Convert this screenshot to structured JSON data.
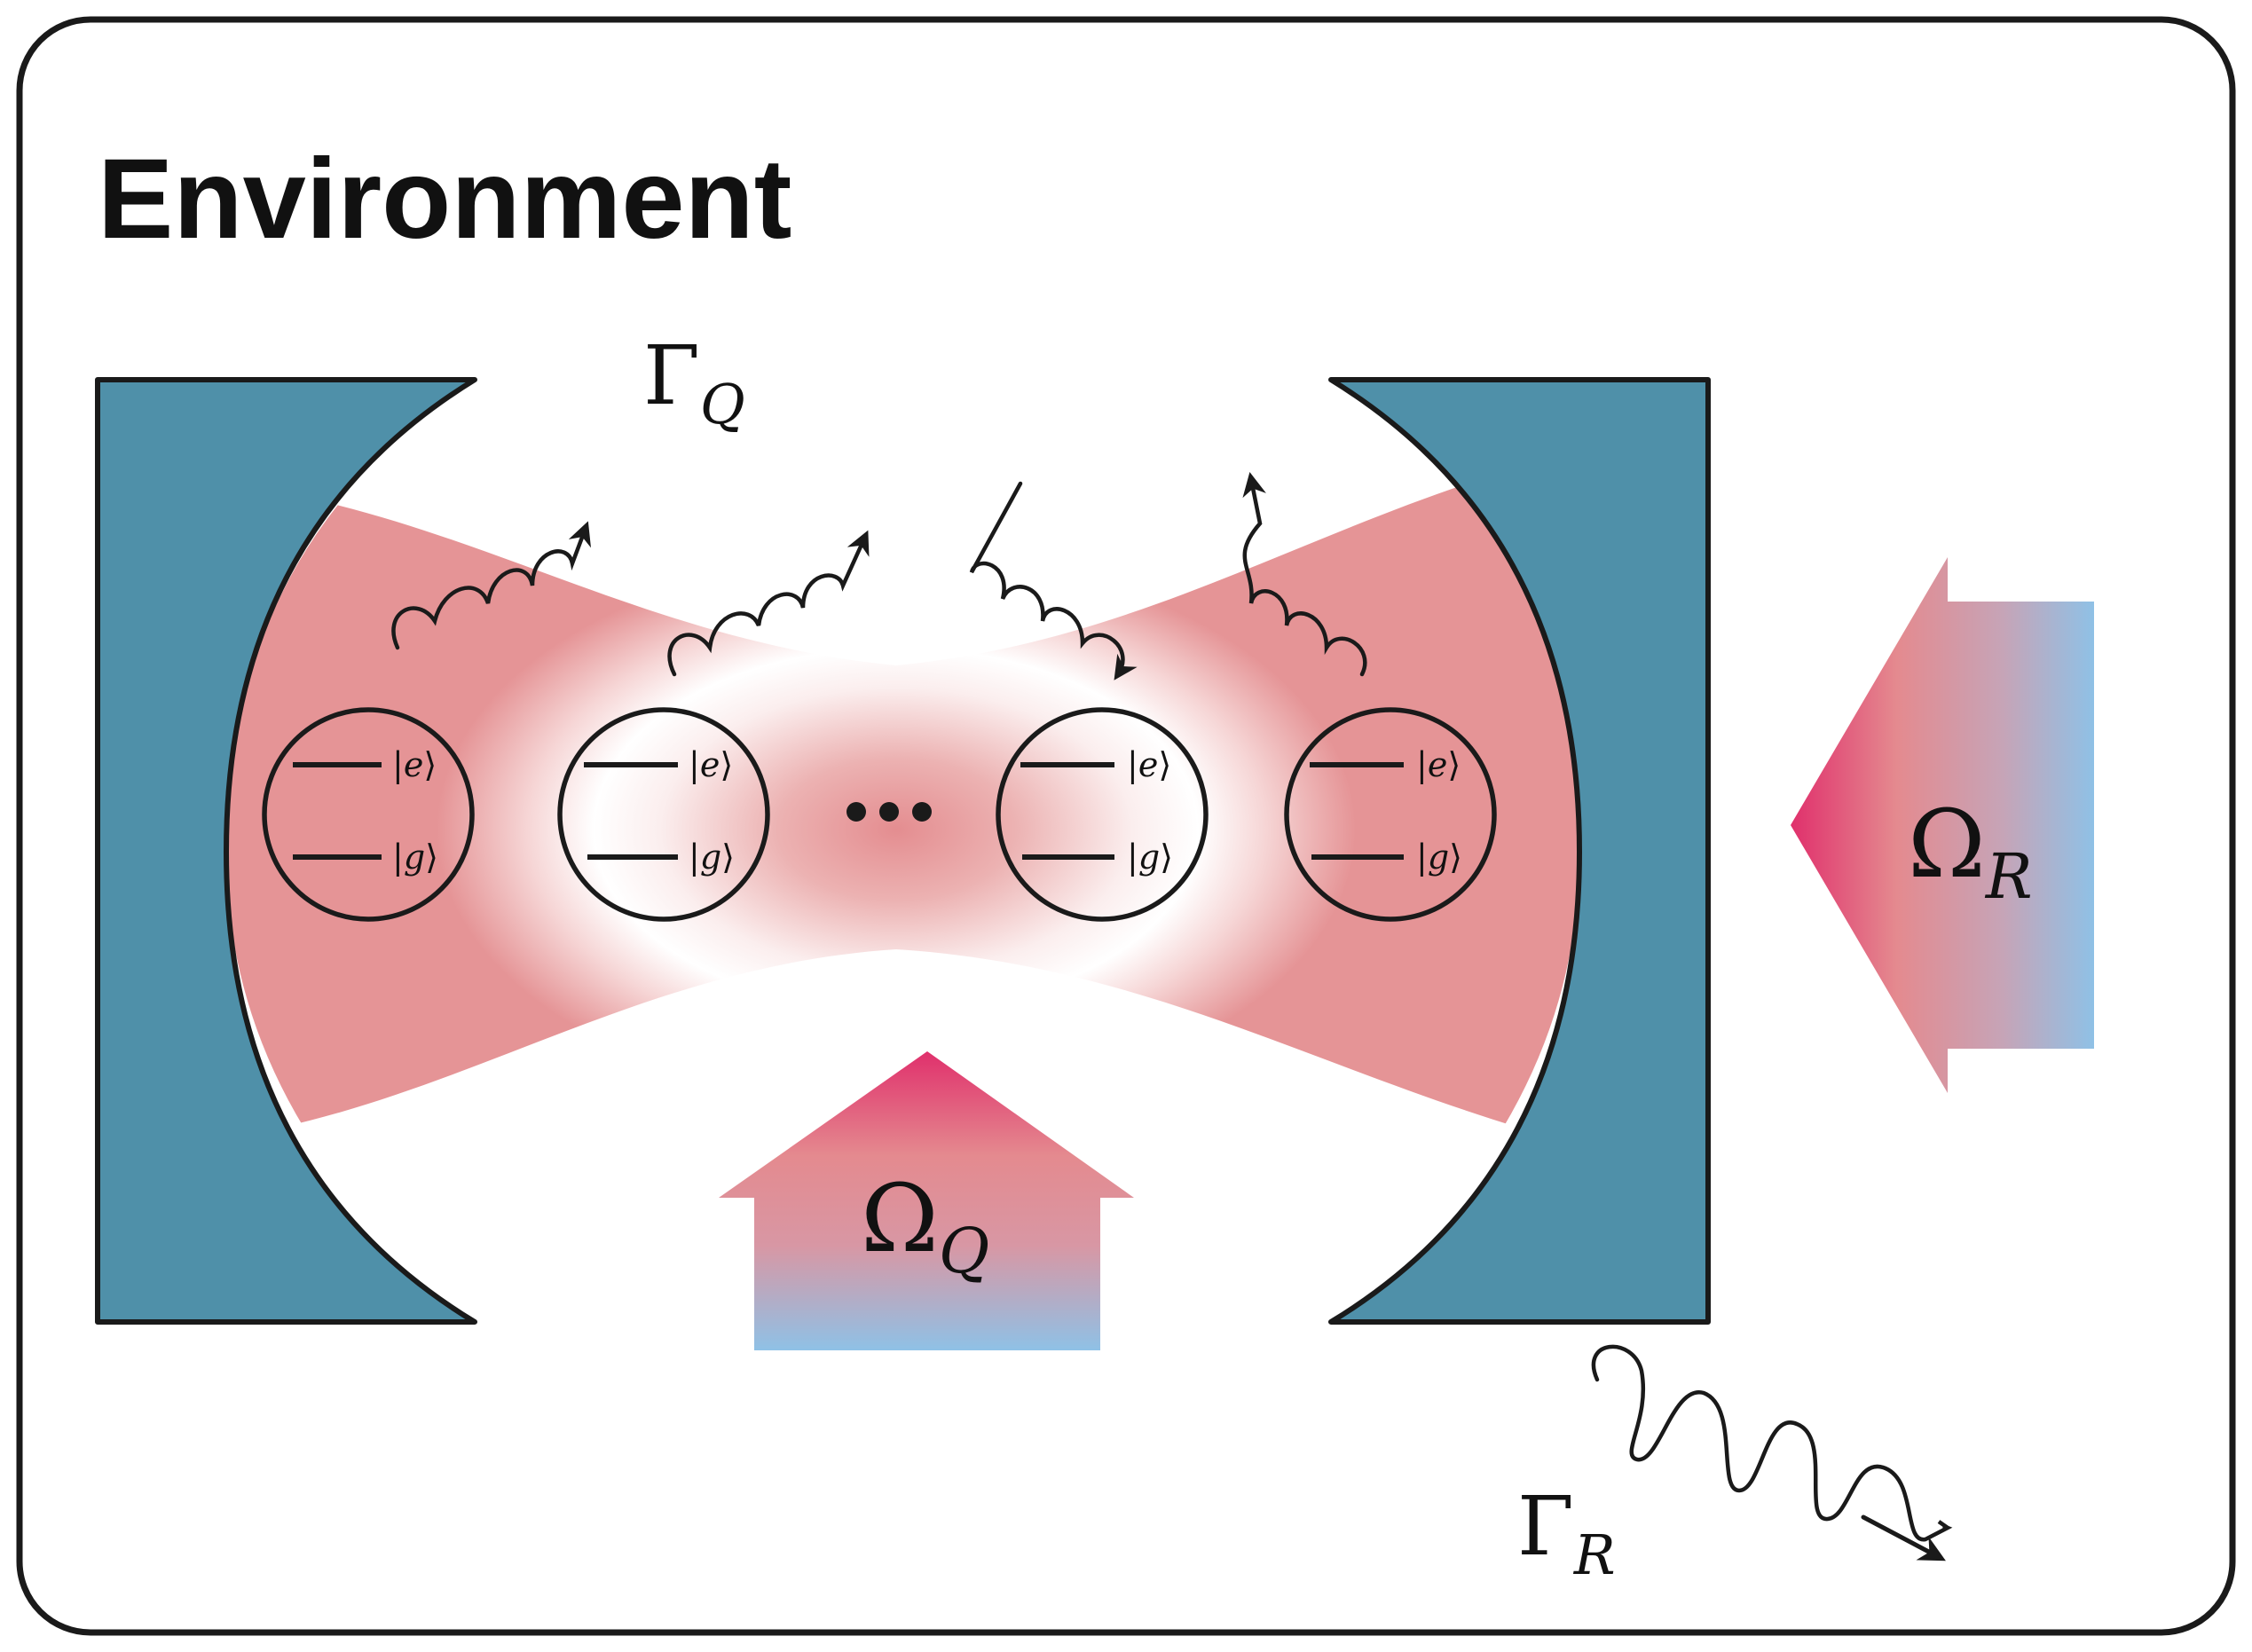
{
  "title": "Environment",
  "labels": {
    "gamma_q": {
      "base": "Γ",
      "sub": "Q"
    },
    "gamma_r": {
      "base": "Γ",
      "sub": "R"
    },
    "omega_q": {
      "base": "Ω",
      "sub": "Q"
    },
    "omega_r": {
      "base": "Ω",
      "sub": "R"
    }
  },
  "atoms": [
    {
      "excited": "e",
      "ground": "g"
    },
    {
      "excited": "e",
      "ground": "g"
    },
    {
      "excited": "e",
      "ground": "g"
    },
    {
      "excited": "e",
      "ground": "g"
    }
  ],
  "ellipsis": "•••",
  "colors": {
    "mirror": "#4f90a9",
    "beam": "#e59496",
    "pump_hot": "#e0306c",
    "pump_cool": "#8fc1e6",
    "outline": "#1a1a1a"
  }
}
